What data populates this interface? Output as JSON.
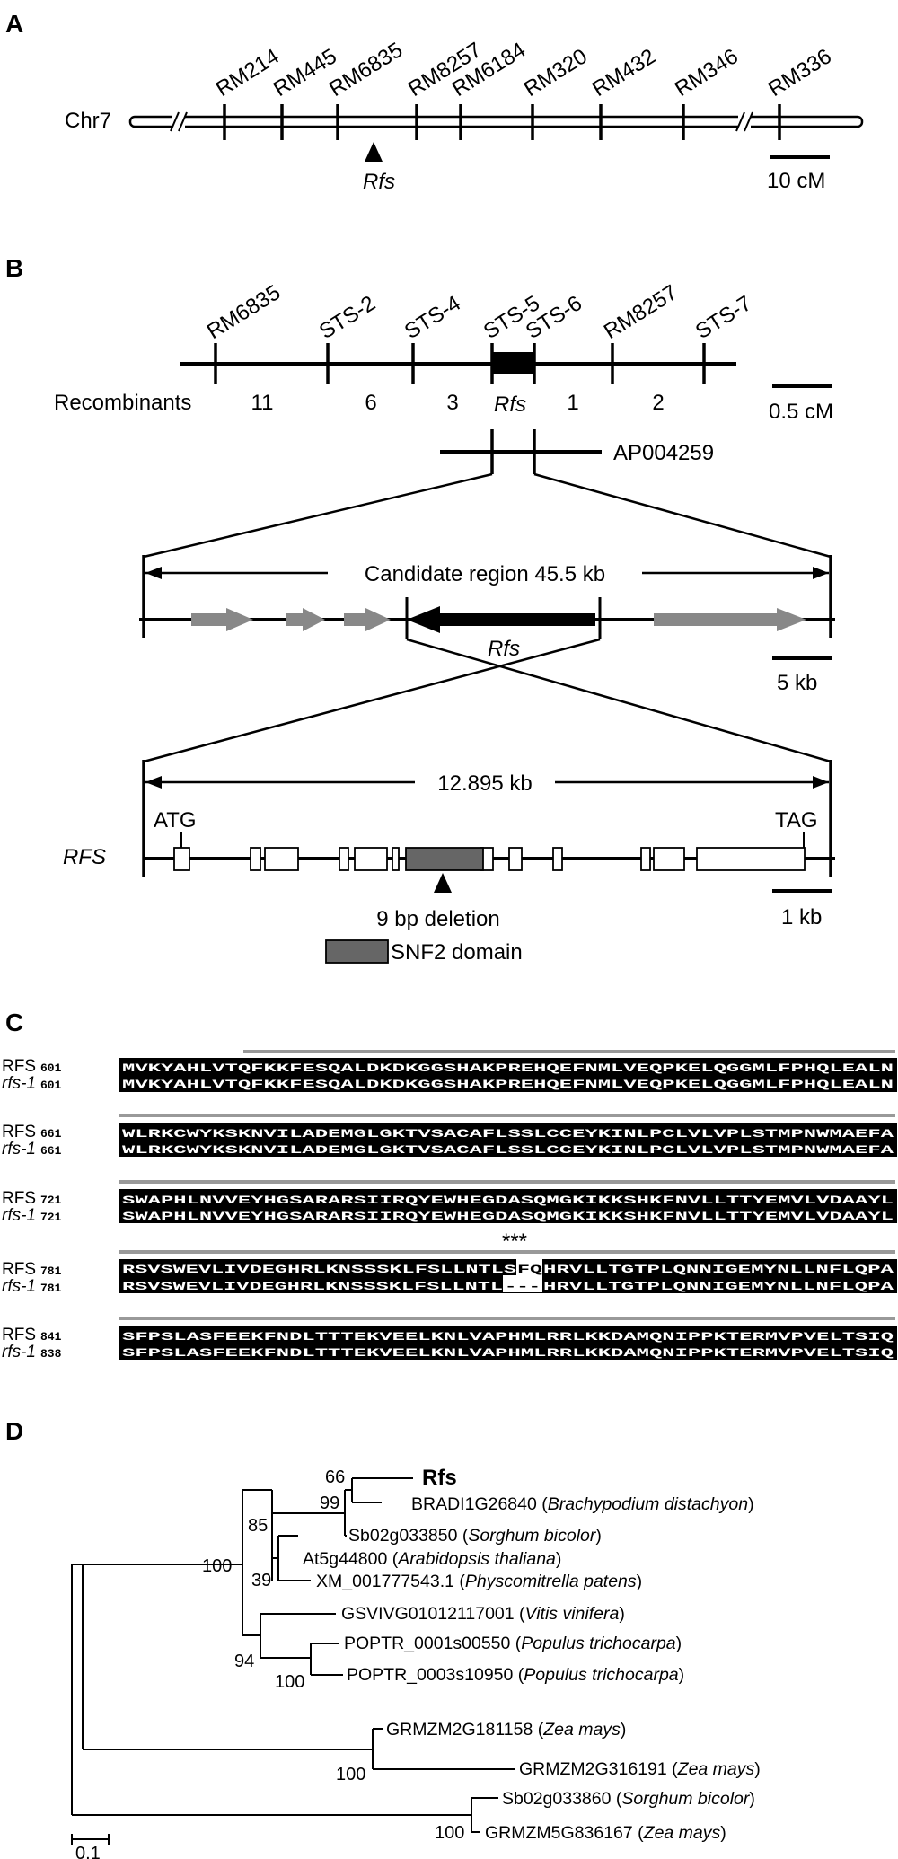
{
  "panel_a": {
    "label": "A",
    "chromosome": "Chr7",
    "markers": [
      "RM214",
      "RM445",
      "RM6835",
      "RM8257",
      "RM6184",
      "RM320",
      "RM432",
      "RM346",
      "RM336"
    ],
    "gene": "Rfs",
    "scale": "10 cM"
  },
  "panel_b": {
    "label": "B",
    "markers": [
      "RM6835",
      "STS-2",
      "STS-4",
      "STS-5",
      "STS-6",
      "RM8257",
      "STS-7"
    ],
    "recombinants_label": "Recombinants",
    "recombinant_counts": [
      "11",
      "6",
      "3",
      "1",
      "2"
    ],
    "gene": "Rfs",
    "scale": "0.5 cM",
    "bac": "AP004259",
    "candidate_region": "Candidate region 45.5 kb",
    "candidate_gene": "Rfs",
    "candidate_scale": "5 kb",
    "gene_length": "12.895 kb",
    "gene_name": "RFS",
    "start_codon": "ATG",
    "stop_codon": "TAG",
    "deletion": "9 bp deletion",
    "gene_scale": "1 kb",
    "domain_legend": "SNF2 domain"
  },
  "panel_c": {
    "label": "C",
    "asterisks": "***",
    "blocks": [
      {
        "name1": "RFS",
        "num1": "601",
        "seq1": "MVKYAHLVTQFKKFESQALDKDKGGSHAKPREHQEFNMLVEQPKELQGGMLFPHQLEALN",
        "name2": "rfs-1",
        "num2": "601",
        "seq2": "MVKYAHLVTQFKKFESQALDKDKGGSHAKPREHQEFNMLVEQPKELQGGMLFPHQLEALN"
      },
      {
        "name1": "RFS",
        "num1": "661",
        "seq1": "WLRKCWYKSKNVILADEMGLGKTVSACAFLSSLCCEYKINLPCLVLVPLSTMPNWMAEFA",
        "name2": "rfs-1",
        "num2": "661",
        "seq2": "WLRKCWYKSKNVILADEMGLGKTVSACAFLSSLCCEYKINLPCLVLVPLSTMPNWMAEFA"
      },
      {
        "name1": "RFS",
        "num1": "721",
        "seq1": "SWAPHLNVVEYHGSARARSIIRQYEWHEGDASQMGKIKKSHKFNVLLTTYEMVLVDAAYL",
        "name2": "rfs-1",
        "num2": "721",
        "seq2": "SWAPHLNVVEYHGSARARSIIRQYEWHEGDASQMGKIKKSHKFNVLLTTYEMVLVDAAYL"
      },
      {
        "name1": "RFS",
        "num1": "781",
        "seq1a": "RSVSWEVLIVDEGHRLKNSSSKLFSLLNTLS",
        "seq1b": "FQ",
        "seq1c": "HRVLLTGTPLQNNIGEMYNLLNFLQPA",
        "name2": "rfs-1",
        "num2": "781",
        "seq2a": "RSVSWEVLIVDEGHRLKNSSSKLFSLLNTL",
        "seq2b": "---",
        "seq2c": "HRVLLTGTPLQNNIGEMYNLLNFLQPA"
      },
      {
        "name1": "RFS",
        "num1": "841",
        "seq1": "SFPSLASFEEKFNDLTTTEKVEELKNLVAPHMLRRLKKDAMQNIPPKTERMVPVELTSIQ",
        "name2": "rfs-1",
        "num2": "838",
        "seq2": "SFPSLASFEEKFNDLTTTEKVEELKNLVAPHMLRRLKKDAMQNIPPKTERMVPVELTSIQ"
      }
    ]
  },
  "panel_d": {
    "label": "D",
    "taxa": [
      {
        "id": "Rfs",
        "species": ""
      },
      {
        "id": "BRADI1G26840",
        "species": "Brachypodium distachyon"
      },
      {
        "id": "Sb02g033850",
        "species": "Sorghum bicolor"
      },
      {
        "id": "At5g44800",
        "species": "Arabidopsis thaliana"
      },
      {
        "id": "XM_001777543.1",
        "species": "Physcomitrella patens"
      },
      {
        "id": "GSVIVG01012117001",
        "species": "Vitis vinifera"
      },
      {
        "id": "POPTR_0001s00550",
        "species": "Populus trichocarpa"
      },
      {
        "id": "POPTR_0003s10950",
        "species": "Populus trichocarpa"
      },
      {
        "id": "GRMZM2G181158",
        "species": "Zea mays"
      },
      {
        "id": "GRMZM2G316191",
        "species": "Zea mays"
      },
      {
        "id": "Sb02g033860",
        "species": "Sorghum bicolor"
      },
      {
        "id": "GRMZM5G836167",
        "species": "Zea mays"
      }
    ],
    "bootstraps": [
      "66",
      "99",
      "85",
      "39",
      "100",
      "94",
      "100",
      "100",
      "100"
    ],
    "scale": "0.1"
  }
}
